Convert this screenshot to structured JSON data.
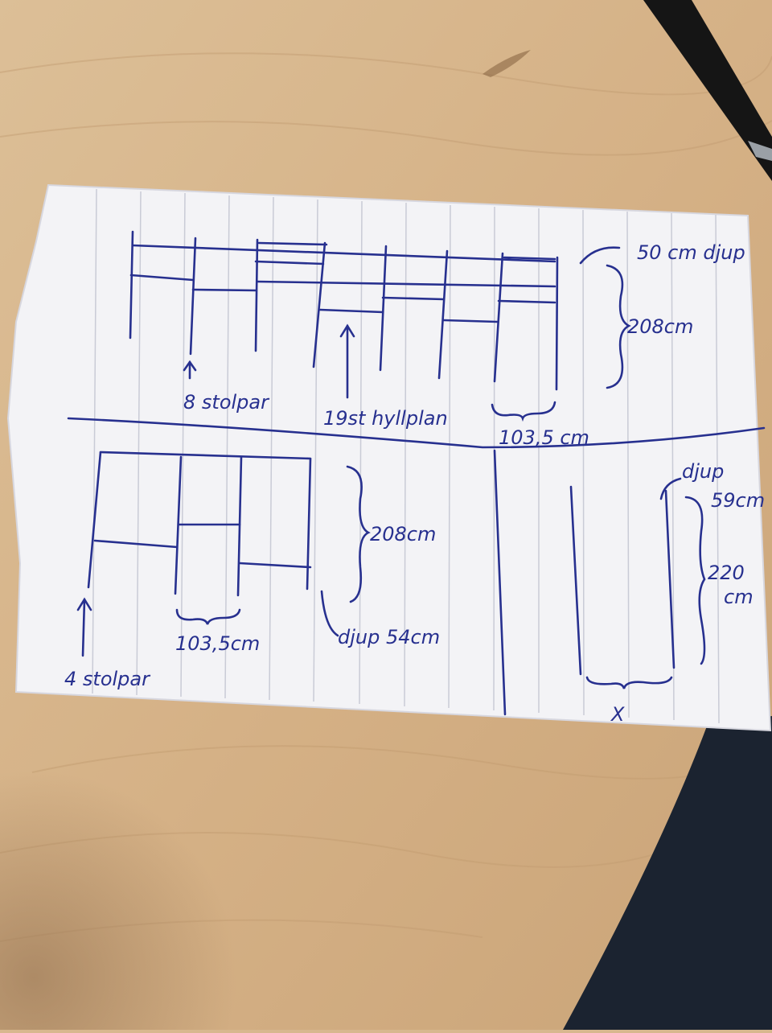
{
  "colors": {
    "table_wood": "#d9b98f",
    "paper": "#f3f3f6",
    "paper_rule": "#c9cbd6",
    "ink": "#27308f",
    "chair": "#1b2330",
    "pen": "#151515"
  },
  "icons": [
    "pen-icon",
    "arrow-up-icon",
    "curly-brace-icon"
  ],
  "sketch": {
    "top": {
      "depth_label": "50 cm djup",
      "height_label": "208cm",
      "posts_label": "8 stolpar",
      "shelves_label": "19st hyllplan",
      "width_label": "103,5 cm"
    },
    "bottom_left": {
      "height_label": "208cm",
      "depth_label": "djup 54cm",
      "width_label": "103,5cm",
      "posts_label": "4 stolpar"
    },
    "bottom_right": {
      "depth_label_1": "djup",
      "depth_label_2": "59cm",
      "height_label_1": "220",
      "height_label_2": "cm",
      "width_label": "X"
    }
  }
}
